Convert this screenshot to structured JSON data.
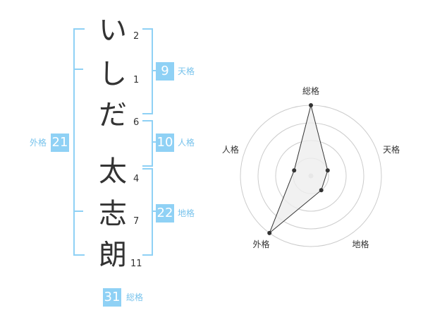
{
  "name": {
    "chars": [
      {
        "char": "い",
        "strokes": "2"
      },
      {
        "char": "し",
        "strokes": "1"
      },
      {
        "char": "だ",
        "strokes": "6"
      },
      {
        "char": "太",
        "strokes": "4"
      },
      {
        "char": "志",
        "strokes": "7"
      },
      {
        "char": "朗",
        "strokes": "11"
      }
    ]
  },
  "kakusu": {
    "tenkaku": {
      "value": "9",
      "label": "天格"
    },
    "jinkaku": {
      "value": "10",
      "label": "人格"
    },
    "chikaku": {
      "value": "22",
      "label": "地格"
    },
    "gaikaku": {
      "value": "21",
      "label": "外格"
    },
    "soukaku": {
      "value": "31",
      "label": "総格"
    }
  },
  "colors": {
    "accent": "#8fd1f5",
    "accent_text": "#78c3ec",
    "text": "#333333",
    "grid": "#cccccc",
    "fill": "#eeeeee"
  },
  "chart_data": {
    "type": "radar",
    "axes": [
      "総格",
      "天格",
      "地格",
      "外格",
      "人格"
    ],
    "values": [
      4,
      1,
      1,
      4,
      1
    ],
    "rmax": 4,
    "rings": 4,
    "grid": true
  }
}
